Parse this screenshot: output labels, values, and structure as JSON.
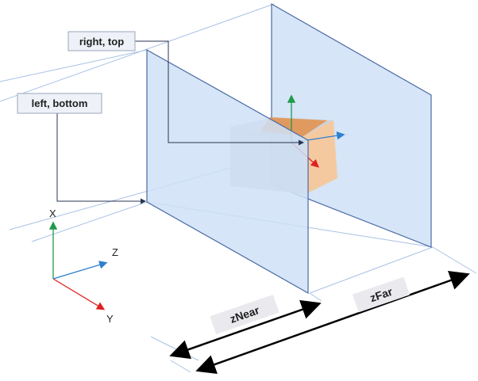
{
  "callouts": {
    "right_top": "right, top",
    "left_bottom": "left, bottom"
  },
  "axes": {
    "x": "X",
    "y": "Y",
    "z": "Z"
  },
  "dimensions": {
    "near": "zNear",
    "far": "zFar"
  },
  "colors": {
    "plane_fill": "#cfe0f6",
    "plane_edge": "#4a6aa5",
    "guide_line": "#a9c1e6",
    "axis_x": "#1f9b4a",
    "axis_y": "#e02020",
    "axis_z": "#2f7fd0",
    "callout_bg": "#eef1f7",
    "callout_border": "#9aa7bd",
    "cube_light": "#cfcfd4",
    "cube_face": "#f5c9a0",
    "cube_top": "#e09a60",
    "dim_label_bg": "#e9e9ee"
  }
}
